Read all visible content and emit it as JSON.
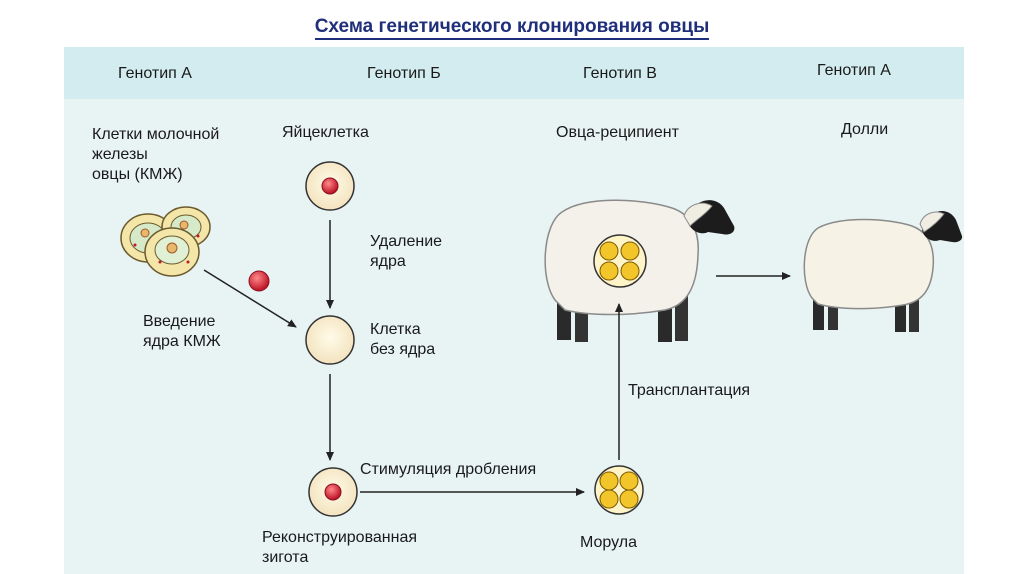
{
  "title": "Схема генетического клонирования овцы",
  "genotypes": [
    "Генотип А",
    "Генотип Б",
    "Генотип В",
    "Генотип А"
  ],
  "labels": {
    "mammary_cells": [
      "Клетки молочной",
      "железы",
      "овцы (КМЖ)"
    ],
    "egg": "Яйцеклетка",
    "recipient": "Овца-реципиент",
    "dolly": "Долли",
    "nucleus_removal": [
      "Удаление",
      "ядра"
    ],
    "cell_no_nucleus": [
      "Клетка",
      "без ядра"
    ],
    "nucleus_insertion": [
      "Введение",
      "ядра КМЖ"
    ],
    "transplantation": "Трансплантация",
    "cleavage_stimulation": "Стимуляция дробления",
    "zygote": [
      "Реконструированная",
      "зигота"
    ],
    "morula": "Морула"
  },
  "colors": {
    "title": "#1f2f7a",
    "panel": "#e8f3f4",
    "nucleus": "#c0182a",
    "morula": "#f2c52a"
  }
}
